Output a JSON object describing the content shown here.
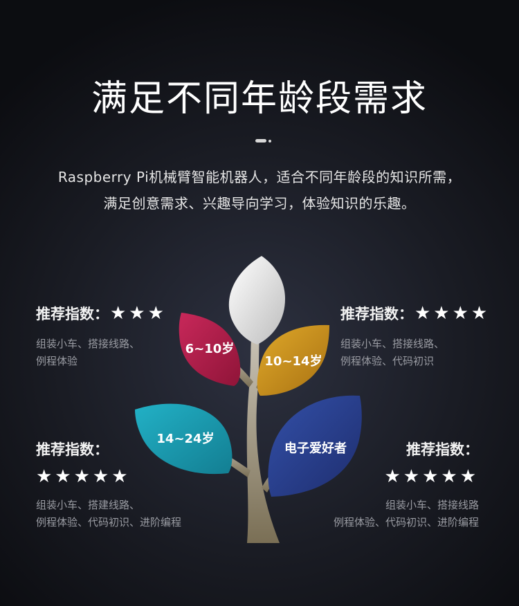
{
  "header": {
    "title": "满足不同年龄段需求",
    "desc_line1": "Raspberry Pi机械臂智能机器人，适合不同年龄段的知识所需，",
    "desc_line2": "满足创意需求、兴趣导向学习，体验知识的乐趣。"
  },
  "leaves": {
    "age1": "6~10岁",
    "age2": "10~14岁",
    "age3": "14~24岁",
    "age4": "电子爱好者"
  },
  "blocks": {
    "top_left": {
      "label": "推荐指数：",
      "stars": "★★★",
      "rating": 3,
      "line1": "组装小车、搭接线路、",
      "line2": "例程体验"
    },
    "top_right": {
      "label": "推荐指数：",
      "stars": "★★★★",
      "rating": 4,
      "line1": "组装小车、搭接线路、",
      "line2": "例程体验、代码初识"
    },
    "bottom_left": {
      "label": "推荐指数：",
      "stars": "★★★★★",
      "rating": 5,
      "line1": "组装小车、搭建线路、",
      "line2": "例程体验、代码初识、进阶编程"
    },
    "bottom_right": {
      "label": "推荐指数：",
      "stars": "★★★★★",
      "rating": 5,
      "line1": "组装小车、搭接线路",
      "line2": "例程体验、代码初识、进阶编程"
    }
  },
  "colors": {
    "leaf_white": "#e6e6e6",
    "leaf_red": "#b8204a",
    "leaf_gold": "#c9911f",
    "leaf_teal": "#1e9fb4",
    "leaf_blue": "#2a3f92",
    "trunk": "#a99f8c"
  }
}
